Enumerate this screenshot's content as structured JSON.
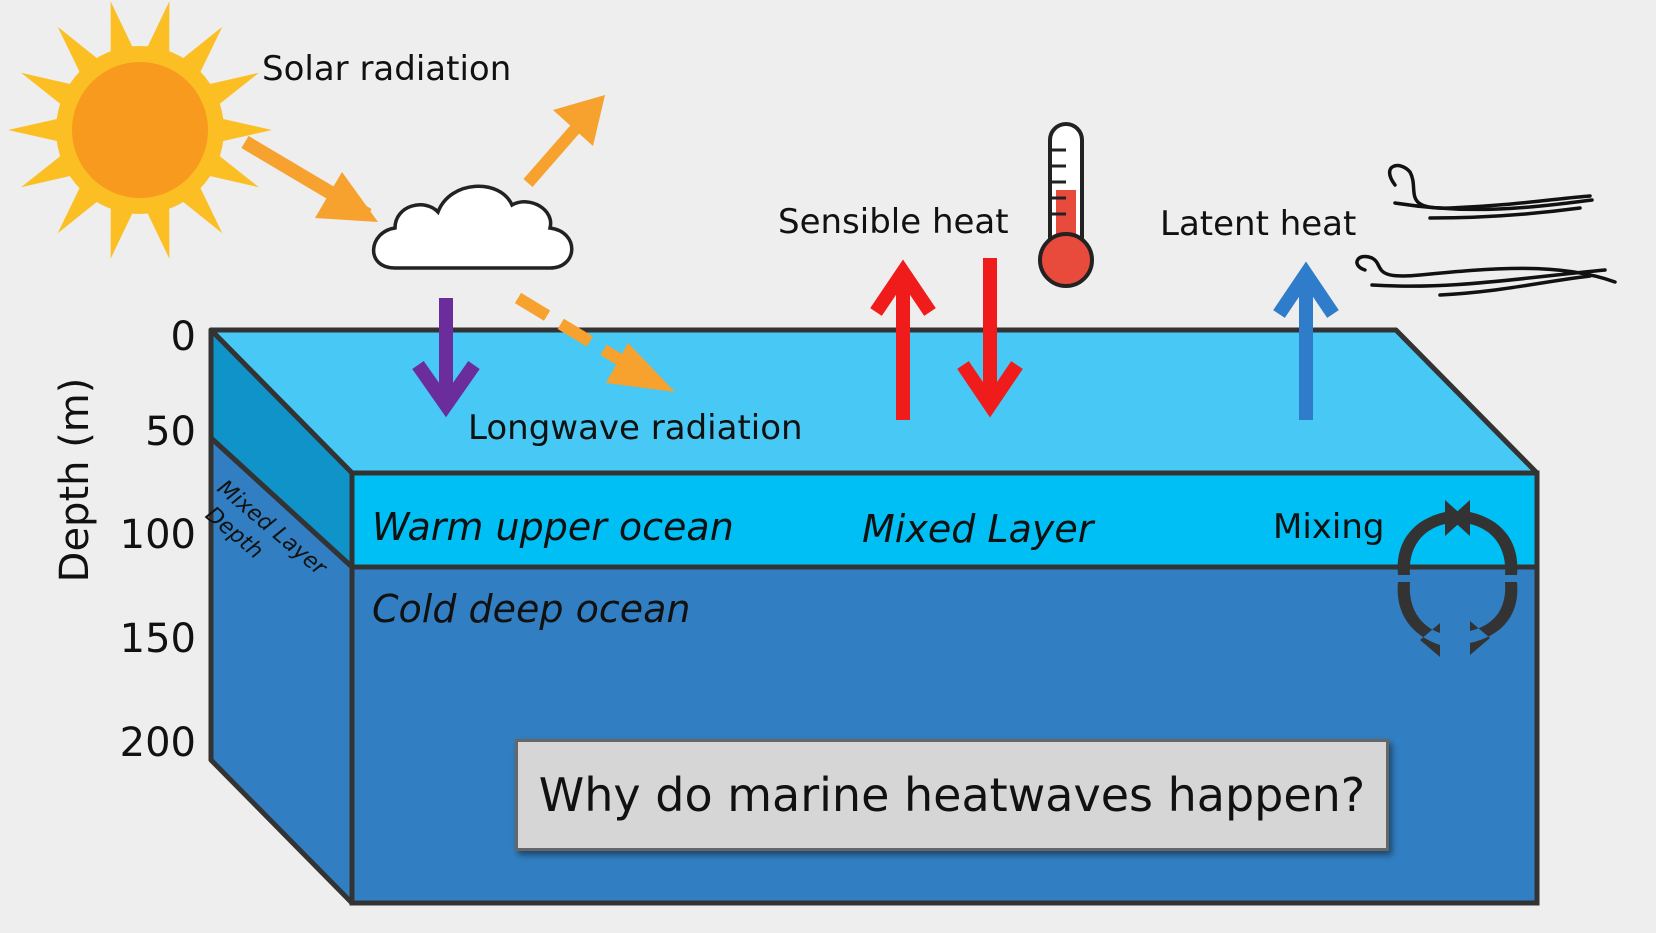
{
  "labels": {
    "solar_radiation": "Solar radiation",
    "longwave_radiation": "Longwave radiation",
    "sensible_heat": "Sensible heat",
    "latent_heat": "Latent heat",
    "warm_upper_ocean": "Warm upper ocean",
    "mixed_layer": "Mixed Layer",
    "mixing": "Mixing",
    "cold_deep_ocean": "Cold deep ocean",
    "mixed_layer_depth_line1": "Mixed Layer",
    "mixed_layer_depth_line2": "Depth"
  },
  "depth_axis": {
    "title": "Depth (m)",
    "ticks": [
      "0",
      "50",
      "100",
      "150",
      "200"
    ]
  },
  "question": "Why do marine heatwaves happen?",
  "colors": {
    "background": "#eeeeee",
    "ocean_top": "#47c8f5",
    "mixed_layer_front": "#00bff5",
    "deep_ocean": "#317fc2",
    "side_upper": "#0f93c9",
    "outline": "#333333",
    "solar_arrow": "#f7a12e",
    "longwave_arrow": "#6b2d9c",
    "sensible_arrow": "#f01c1c",
    "latent_arrow": "#2f7ccb",
    "sun_core": "#f79a1e",
    "sun_rays": "#fbbf24"
  },
  "icons": [
    "sun-icon",
    "cloud-icon",
    "thermometer-icon",
    "wind-icon",
    "mixing-cycle-icon"
  ]
}
